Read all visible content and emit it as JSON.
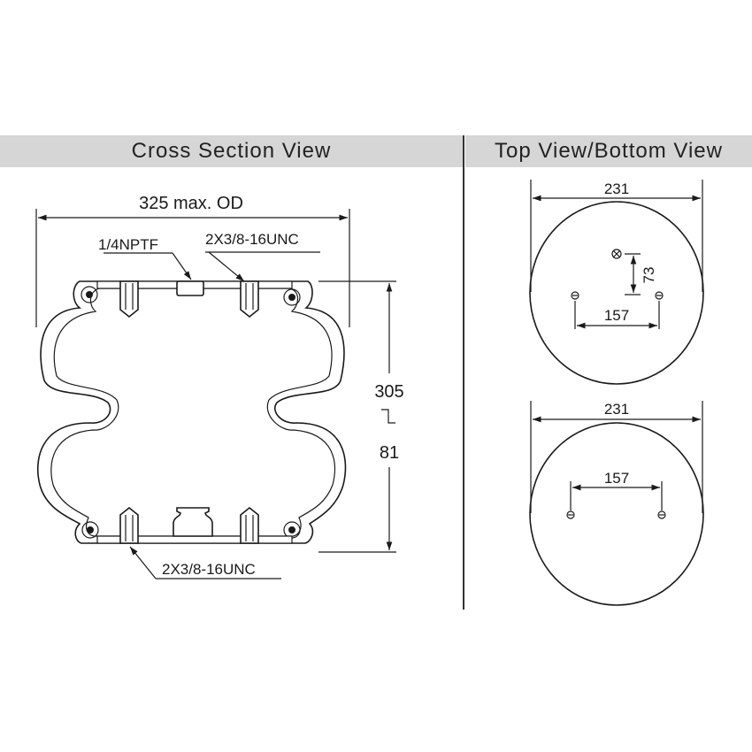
{
  "headers": {
    "cross_section": "Cross Section View",
    "top_bottom": "Top View/Bottom View"
  },
  "cross_section": {
    "od_label": "325 max. OD",
    "port_label": "1/4NPTF",
    "top_thread_label": "2X3/8-16UNC",
    "height_max": "305",
    "height_min": "81",
    "bottom_thread_label": "2X3/8-16UNC"
  },
  "top_view": {
    "diameter": "231",
    "bolt_spacing": "157",
    "port_offset": "73"
  },
  "bottom_view": {
    "diameter": "231",
    "bolt_spacing": "157"
  }
}
